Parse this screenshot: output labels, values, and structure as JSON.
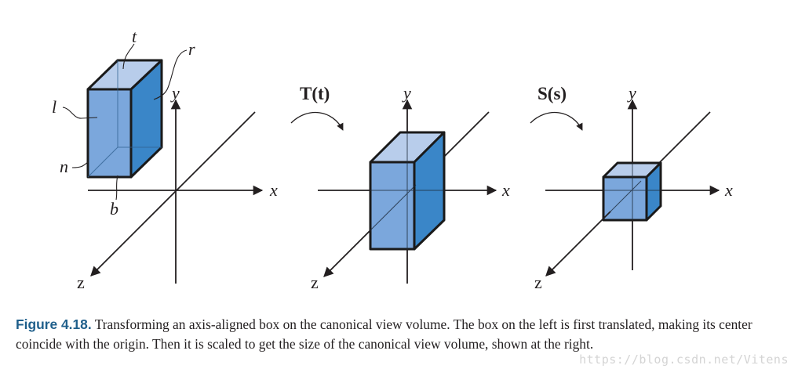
{
  "figure": {
    "panels": [
      {
        "axis_labels": {
          "x": "x",
          "y": "y",
          "z": "z"
        },
        "face_labels": {
          "top": "t",
          "right": "r",
          "left": "l",
          "near": "n",
          "bottom": "b"
        }
      },
      {
        "operation": "T(t)",
        "axis_labels": {
          "x": "x",
          "y": "y",
          "z": "z"
        }
      },
      {
        "operation": "S(s)",
        "axis_labels": {
          "x": "x",
          "y": "y",
          "z": "z"
        }
      }
    ],
    "colors": {
      "box_front": "#7ba7dc",
      "box_top": "#b8cdeb",
      "box_side": "#3a86c8",
      "outline": "#1a1a1a",
      "axis": "#231f20"
    }
  },
  "caption": {
    "number": "Figure 4.18.",
    "text": "Transforming an axis-aligned box on the canonical view volume. The box on the left is first translated, making its center coincide with the origin. Then it is scaled to get the size of the canonical view volume, shown at the right."
  },
  "watermark": "https://blog.csdn.net/Vitens"
}
